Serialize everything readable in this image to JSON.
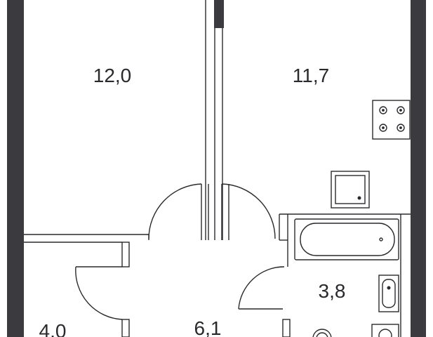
{
  "floor_plan": {
    "rooms": [
      {
        "id": "room-left",
        "area": "12,0"
      },
      {
        "id": "kitchen-living",
        "area": "11,7"
      },
      {
        "id": "hallway",
        "area": "6,1"
      },
      {
        "id": "bathroom",
        "area": "3,8"
      },
      {
        "id": "storage",
        "area": "4,0"
      }
    ],
    "fixtures": [
      "stove-icon",
      "sink-icon",
      "bathtub-icon",
      "washbasin-icon",
      "toilet-icon",
      "washing-machine-icon"
    ],
    "colors": {
      "wall": "#3a3a3f",
      "line": "#2a2a2e",
      "background": "#ffffff"
    }
  }
}
